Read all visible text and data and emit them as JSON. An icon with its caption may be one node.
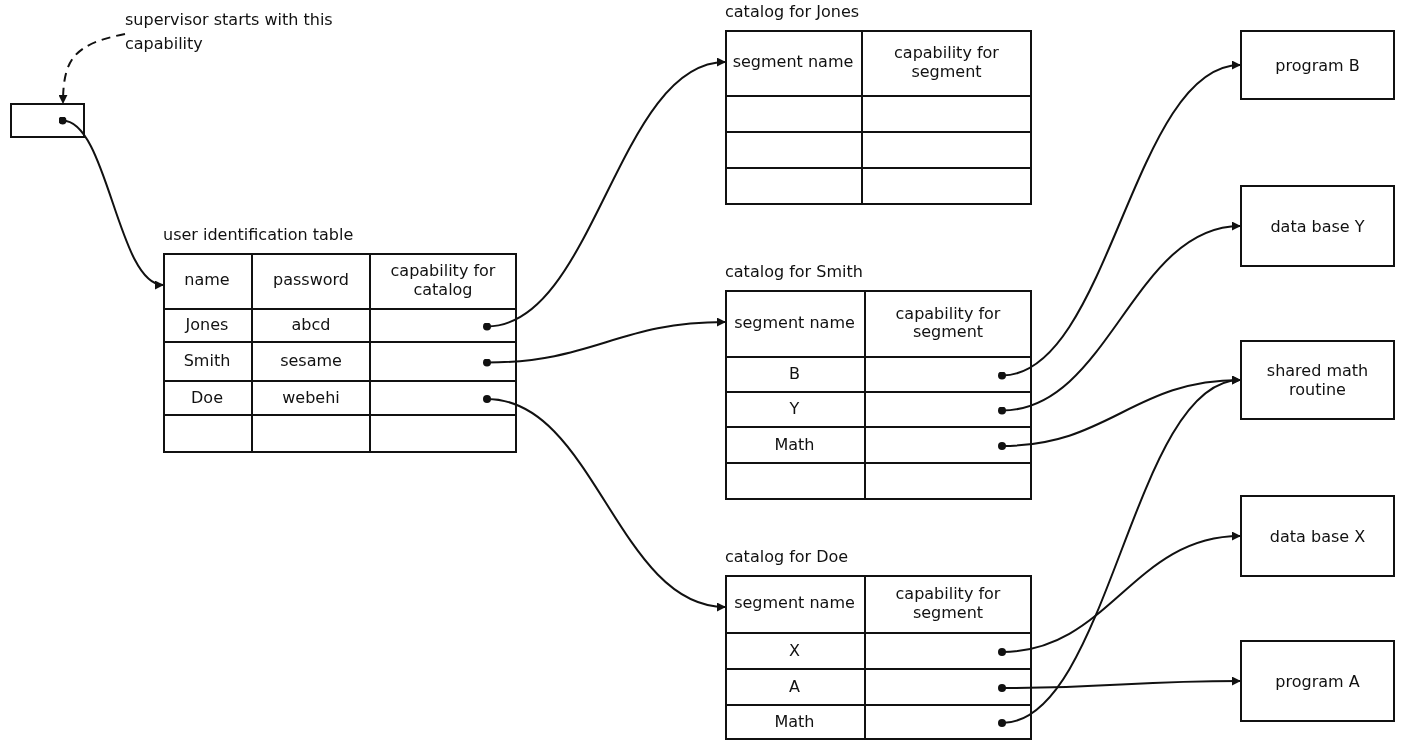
{
  "diagram": {
    "nodes": [
      {
        "text": [],
        "shape": "box"
      },
      {
        "text": [
          "supervisor starts with this capability"
        ]
      },
      {
        "text": [
          "user identification table"
        ]
      },
      {
        "text": [
          "name"
        ],
        "in": 2
      },
      {
        "text": [
          "password"
        ],
        "in": 2
      },
      {
        "text": [
          "capability for catalog"
        ],
        "in": 2
      },
      {
        "text": [
          "Jones"
        ],
        "in": 2
      },
      {
        "text": [
          "abcd"
        ],
        "in": 2
      },
      {
        "text": [],
        "shape": "box",
        "in": 2
      },
      {
        "text": [
          "Smith"
        ],
        "in": 2
      },
      {
        "text": [
          "sesame"
        ],
        "in": 2
      },
      {
        "text": [],
        "shape": "box",
        "in": 2
      },
      {
        "text": [
          "Doe"
        ],
        "in": 2
      },
      {
        "text": [
          "webehi"
        ],
        "in": 2
      },
      {
        "text": [],
        "shape": "box",
        "in": 2
      },
      {
        "text": [],
        "shape": "box",
        "in": 2
      },
      {
        "text": [],
        "shape": "box",
        "in": 2
      },
      {
        "text": [],
        "shape": "box",
        "in": 2
      },
      {
        "text": [
          "catalog for Jones"
        ]
      },
      {
        "text": [
          "segment name"
        ],
        "in": 18
      },
      {
        "text": [
          "capability for segment"
        ],
        "in": 18
      },
      {
        "text": [],
        "shape": "box",
        "in": 18
      },
      {
        "text": [],
        "shape": "box",
        "in": 18
      },
      {
        "text": [],
        "shape": "box",
        "in": 18
      },
      {
        "text": [],
        "shape": "box",
        "in": 18
      },
      {
        "text": [],
        "shape": "box",
        "in": 18
      },
      {
        "text": [],
        "shape": "box",
        "in": 18
      },
      {
        "text": [
          "catalog for Smith"
        ]
      },
      {
        "text": [
          "segment name"
        ],
        "in": 27
      },
      {
        "text": [
          "capability for segment"
        ],
        "in": 27
      },
      {
        "text": [
          "B"
        ],
        "in": 27
      },
      {
        "text": [],
        "shape": "box",
        "in": 27
      },
      {
        "text": [
          "Y"
        ],
        "in": 27
      },
      {
        "text": [],
        "shape": "box",
        "in": 27
      },
      {
        "text": [
          "Math"
        ],
        "in": 27
      },
      {
        "text": [],
        "shape": "box",
        "in": 27
      },
      {
        "text": [],
        "shape": "box",
        "in": 27
      },
      {
        "text": [],
        "shape": "box",
        "in": 27
      },
      {
        "text": [
          "catalog for Doe"
        ]
      },
      {
        "text": [
          "segment name"
        ],
        "in": 38
      },
      {
        "text": [
          "capability for segment"
        ],
        "in": 38
      },
      {
        "text": [
          "X"
        ],
        "in": 38
      },
      {
        "text": [],
        "shape": "box",
        "in": 38
      },
      {
        "text": [
          "A"
        ],
        "in": 38
      },
      {
        "text": [],
        "shape": "box",
        "in": 38
      },
      {
        "text": [
          "Math"
        ],
        "in": 38
      },
      {
        "text": [],
        "shape": "box",
        "in": 38
      },
      {
        "text": [
          "program B"
        ]
      },
      {
        "text": [
          "data base Y"
        ]
      },
      {
        "text": [
          "shared math routine"
        ]
      },
      {
        "text": [
          "data base X"
        ]
      },
      {
        "text": [
          "program A"
        ]
      }
    ],
    "edges": [
      {
        "from": 1,
        "to": 0,
        "arrow": "to",
        "style": "dashed"
      },
      {
        "from": 0,
        "to": 2,
        "arrow": "to"
      },
      {
        "from": 8,
        "to": 18,
        "arrow": "to"
      },
      {
        "from": 11,
        "to": 27,
        "arrow": "to"
      },
      {
        "from": 14,
        "to": 38,
        "arrow": "to"
      },
      {
        "from": 31,
        "to": 47,
        "arrow": "to"
      },
      {
        "from": 33,
        "to": 48,
        "arrow": "to"
      },
      {
        "from": 35,
        "to": 49,
        "arrow": "to"
      },
      {
        "from": 42,
        "to": 50,
        "arrow": "to"
      },
      {
        "from": 44,
        "to": 51,
        "arrow": "to"
      },
      {
        "from": 46,
        "to": 49,
        "arrow": "to"
      }
    ]
  }
}
